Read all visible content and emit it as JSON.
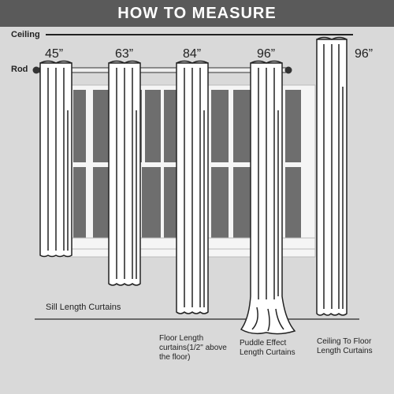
{
  "banner": {
    "title": "HOW TO MEASURE"
  },
  "labels": {
    "ceiling": "Ceiling",
    "rod": "Rod"
  },
  "curtains": [
    {
      "length": "45”",
      "caption": "Sill Length Curtains"
    },
    {
      "length": "63”",
      "caption": ""
    },
    {
      "length": "84”",
      "caption": "Floor Length curtains(1/2\" above the floor)"
    },
    {
      "length": "96”",
      "caption": "Puddle Effect Length Curtains"
    },
    {
      "length": "96”",
      "caption": "Ceiling To Floor Length Curtains"
    }
  ],
  "colors": {
    "background": "#d9d9d9",
    "banner": "#5a5a5a",
    "window_pane": "#6e6e6e",
    "window_frame": "#f5f5f5",
    "curtain": "#ffffff",
    "outline": "#222222"
  }
}
